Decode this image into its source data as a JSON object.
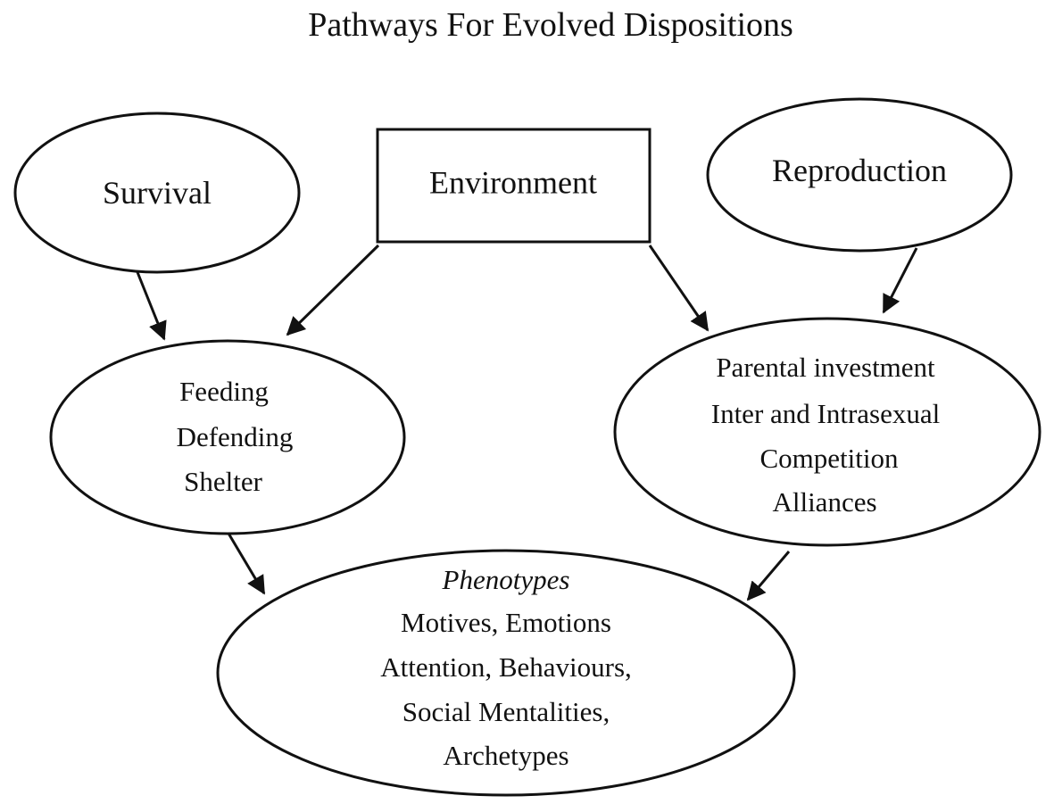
{
  "title": "Pathways For Evolved Dispositions",
  "nodes": {
    "survival": {
      "label": "Survival"
    },
    "environment": {
      "label": "Environment"
    },
    "reproduction": {
      "label": "Reproduction"
    },
    "survival_needs": {
      "lines": [
        "Feeding",
        "Defending",
        "Shelter"
      ]
    },
    "reproduction_needs": {
      "lines": [
        "Parental investment",
        "Inter and Intrasexual",
        "Competition",
        "Alliances"
      ]
    },
    "phenotypes": {
      "heading": "Phenotypes",
      "lines": [
        "Motives, Emotions",
        "Attention,  Behaviours,",
        "Social Mentalities,",
        "Archetypes"
      ]
    }
  },
  "edges": [
    {
      "from": "survival",
      "to": "survival_needs"
    },
    {
      "from": "environment",
      "to": "survival_needs"
    },
    {
      "from": "environment",
      "to": "reproduction_needs"
    },
    {
      "from": "reproduction",
      "to": "reproduction_needs"
    },
    {
      "from": "survival_needs",
      "to": "phenotypes"
    },
    {
      "from": "reproduction_needs",
      "to": "phenotypes"
    }
  ]
}
